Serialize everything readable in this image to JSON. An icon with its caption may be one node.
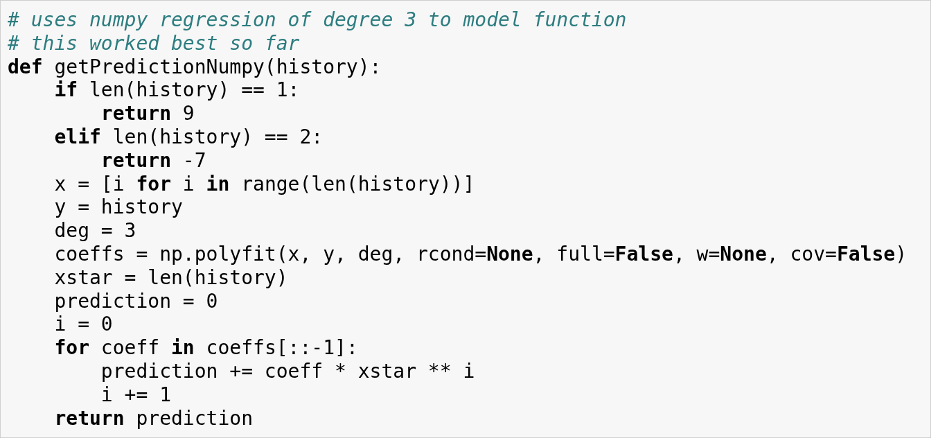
{
  "diagram": {
    "labels": [
      "# uses numpy regression of degree 3 to model function",
      "# this worked best so far",
      "**def** getPredictionNumpy(history):",
      "**if** len(history) == 1:",
      "**return** 9",
      "**elif** len(history) == 2:",
      "**return** -7",
      "x = [i **for** i **in** range(len(history))]",
      "y = history",
      "deg = 3",
      "coeffs = np.polyfit(x, y, deg, rcond=**None**, full=**False**, w=**None**, cov=**False**)",
      "xstar = len(history)",
      "prediction = 0",
      "i = 0",
      "**for** coeff **in** coeffs[::-1]:",
      "prediction += coeff * xstar ** i",
      "i += 1",
      "**return** prediction"
    ]
  }
}
